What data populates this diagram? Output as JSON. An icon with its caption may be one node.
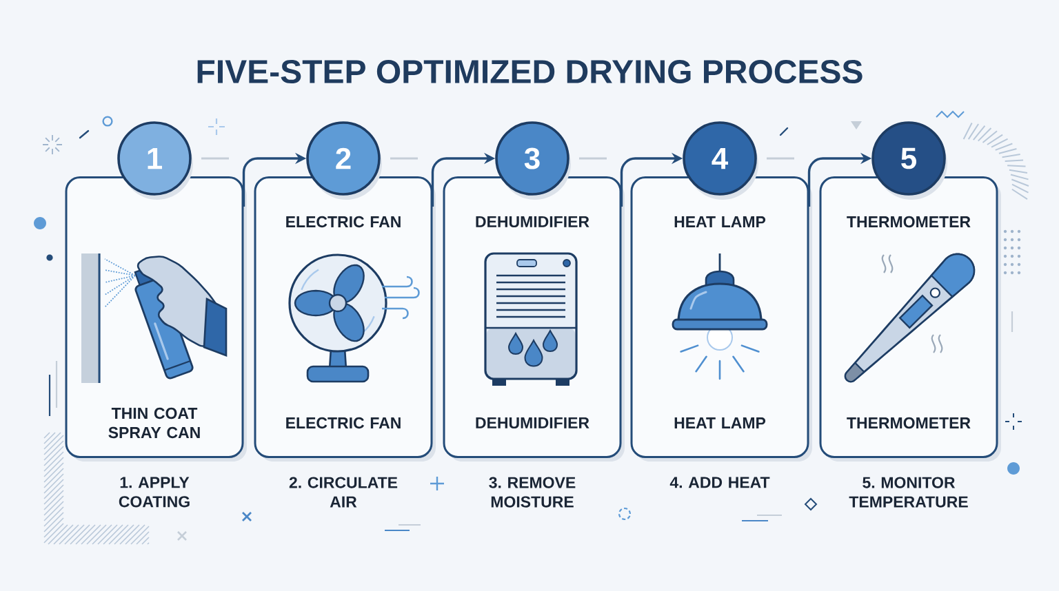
{
  "diagram": {
    "title": "FIVE-STEP OPTIMIZED DRYING PROCESS",
    "nodes": [
      {
        "text": [
          "1"
        ]
      },
      {
        "text": [
          "THIN COAT SPRAY CAN"
        ],
        "beside": [
          "1. APPLY COATING"
        ]
      },
      {
        "text": [
          "2"
        ]
      },
      {
        "text": [
          "ELECTRIC FAN",
          "ELECTRIC FAN"
        ],
        "beside": [
          "2. CIRCULATE AIR"
        ]
      },
      {
        "text": [
          "3"
        ]
      },
      {
        "text": [
          "DEHUMIDIFIER",
          "DEHUMIDIFIER"
        ],
        "beside": [
          "3. REMOVE MOISTURE"
        ]
      },
      {
        "text": [
          "4"
        ]
      },
      {
        "text": [
          "HEAT LAMP",
          "HEAT LAMP"
        ],
        "beside": [
          "4. ADD HEAT"
        ]
      },
      {
        "text": [
          "5"
        ]
      },
      {
        "text": [
          "THERMOMETER",
          "THERMOMETER"
        ],
        "beside": [
          "5. MONITOR TEMPERATURE"
        ]
      }
    ],
    "edges": [
      {
        "from": 1,
        "to": 2,
        "arrow": "to"
      },
      {
        "from": 3,
        "to": 4,
        "arrow": "to"
      },
      {
        "from": 5,
        "to": 6,
        "arrow": "to"
      },
      {
        "from": 7,
        "to": 8,
        "arrow": "to"
      }
    ]
  }
}
